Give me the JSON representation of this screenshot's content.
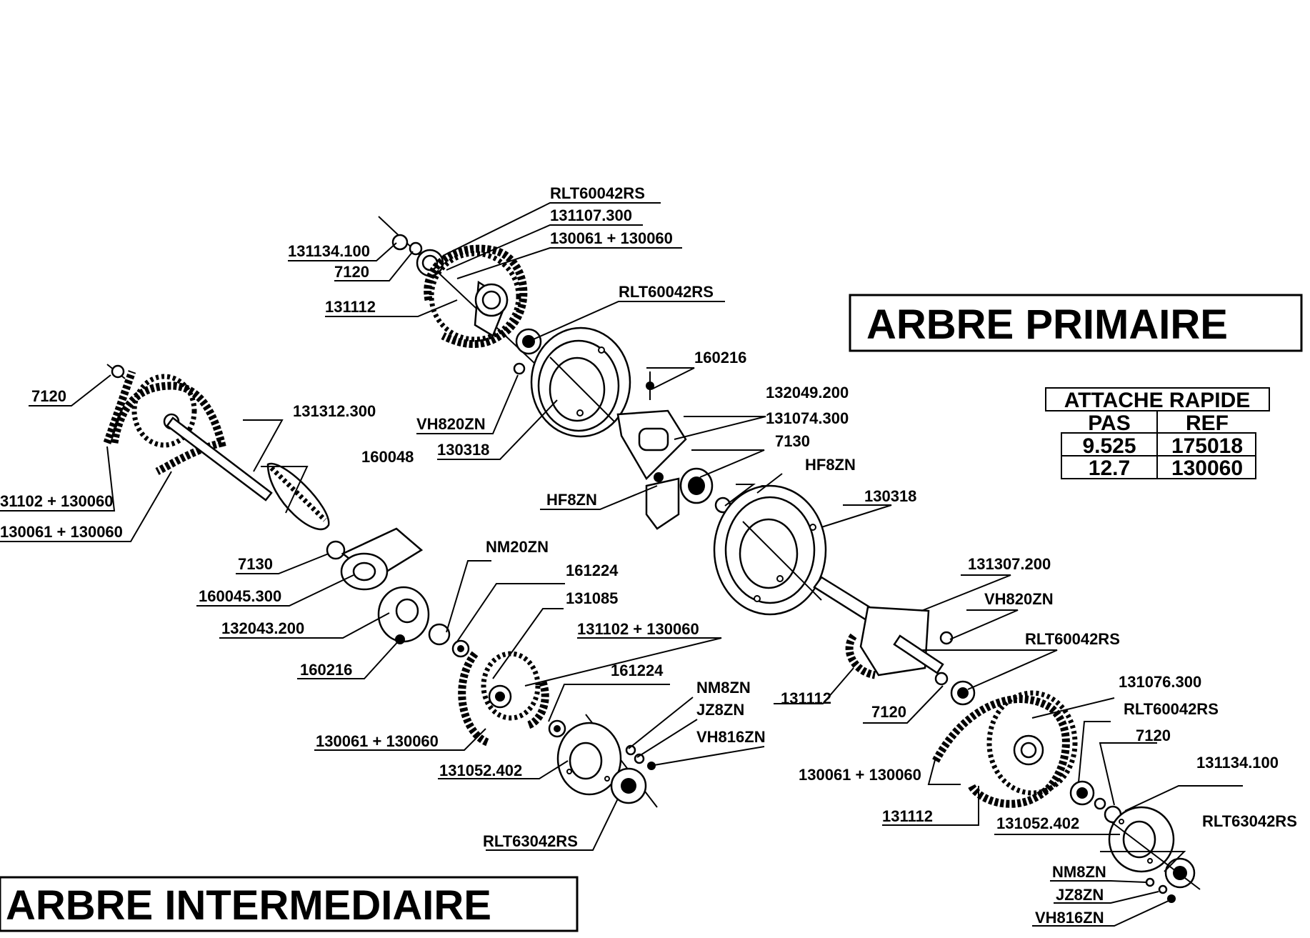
{
  "titles": {
    "primary": "ARBRE PRIMAIRE",
    "intermediate": "ARBRE INTERMEDIAIRE"
  },
  "table": {
    "title": "ATTACHE RAPIDE",
    "headers": [
      "PAS",
      "REF"
    ],
    "rows": [
      [
        "9.525",
        "175018"
      ],
      [
        "12.7",
        "130060"
      ]
    ]
  },
  "labels": [
    "RLT60042RS",
    "131107.300",
    "130061 + 130060",
    "131134.100",
    "7120",
    "131112",
    "RLT60042RS",
    "160216",
    "VH820ZN",
    "130318",
    "132049.200",
    "131074.300",
    "7130",
    "HF8ZN",
    "HF8ZN",
    "130318",
    "7120",
    "131312.300",
    "160048",
    "31102 + 130060",
    "130061 + 130060",
    "7130",
    "160045.300",
    "132043.200",
    "160216",
    "NM20ZN",
    "161224",
    "131085",
    "131102 + 130060",
    "161224",
    "130061 + 130060",
    "NM8ZN",
    "JZ8ZN",
    "VH816ZN",
    "131052.402",
    "RLT63042RS",
    "131307.200",
    "VH820ZN",
    "RLT60042RS",
    "131112",
    "7120",
    "131076.300",
    "RLT60042RS",
    "7120",
    "130061 + 130060",
    "131134.100",
    "131112",
    "131052.402",
    "RLT63042RS",
    "NM8ZN",
    "JZ8ZN",
    "VH816ZN"
  ]
}
